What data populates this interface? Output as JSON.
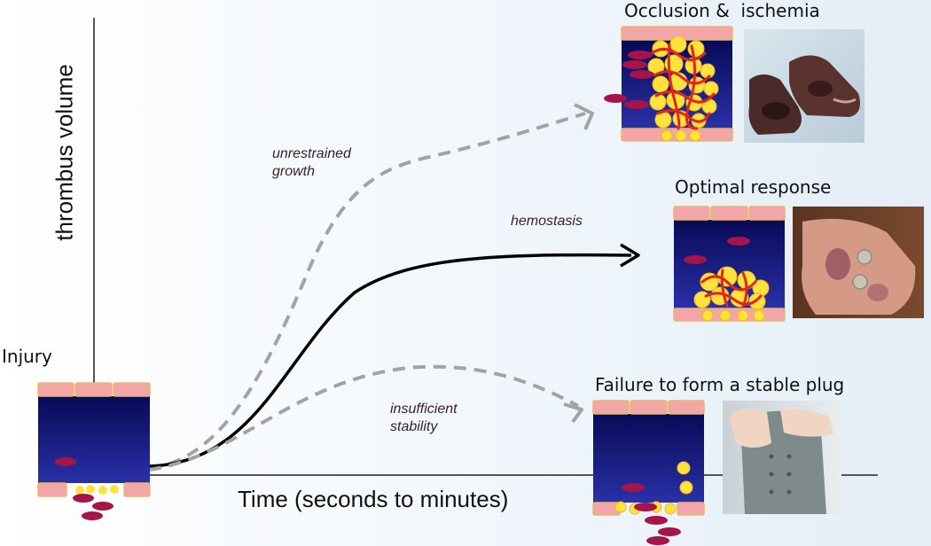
{
  "diagram": {
    "y_axis_label": "thrombus volume",
    "x_axis_label": "Time (seconds to minutes)",
    "start_label": "Injury",
    "outcomes": [
      {
        "id": "occlusion",
        "heading": "Occlusion &  ischemia",
        "curve_label_lines": [
          "unrestrained",
          "growth"
        ],
        "curve_style": "dashed",
        "photo": "ischemic-feet-photo"
      },
      {
        "id": "optimal",
        "heading": "Optimal response",
        "curve_label_lines": [
          "hemostasis"
        ],
        "curve_style": "solid",
        "photo": "bruised-arm-photo"
      },
      {
        "id": "failure",
        "heading": "Failure to form a stable plug",
        "curve_label_lines": [
          "insufficient",
          "stability"
        ],
        "curve_style": "dashed",
        "photo": "child-photo"
      }
    ],
    "colors": {
      "vessel_lumen": "#0d1066",
      "endothelium": "#f4a5a8",
      "red_cell": "#a5154a",
      "platelet": "#ffe23a",
      "fibrin": "#e2251b",
      "dashed_curve": "#a3a3a3",
      "solid_curve": "#000000"
    }
  }
}
